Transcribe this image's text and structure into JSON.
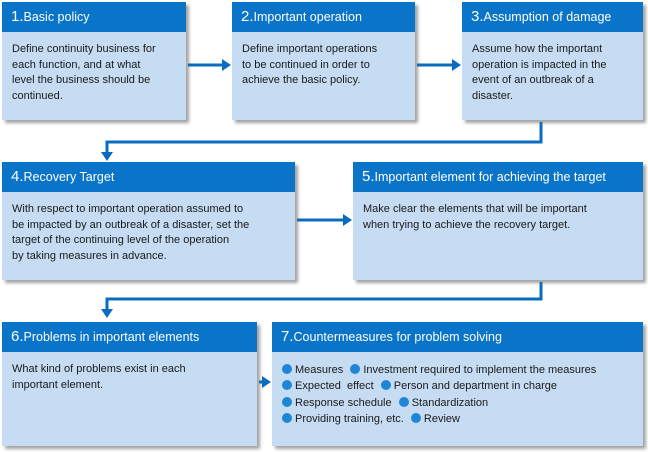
{
  "steps": [
    {
      "num": "1.",
      "title": "Basic policy",
      "lines": [
        "Define continuity business for",
        "each function, and at what",
        "level the business should be",
        "continued."
      ]
    },
    {
      "num": "2.",
      "title": "Important operation",
      "lines": [
        "Define important operations",
        "to be continued in order to",
        "achieve the basic policy."
      ]
    },
    {
      "num": "3.",
      "title": "Assumption of damage",
      "lines": [
        "Assume how the important",
        "operation is impacted in the",
        "event of an outbreak of a",
        "disaster."
      ]
    },
    {
      "num": "4.",
      "title": "Recovery Target",
      "lines": [
        "With respect to important operation assumed to",
        "be impacted by an outbreak of a disaster, set the",
        "target of the continuing level of the operation",
        "by taking measures in advance."
      ]
    },
    {
      "num": "5.",
      "title": "Important element for achieving the target",
      "lines": [
        "Make clear the elements that will be important",
        "when trying to achieve the recovery target."
      ]
    },
    {
      "num": "6.",
      "title": "Problems in important elements",
      "lines": [
        "What kind of problems exist in each",
        "important element."
      ]
    },
    {
      "num": "7.",
      "title": "Countermeasures for problem solving",
      "bullet_rows": [
        [
          "Measures",
          "Investment required to implement the measures"
        ],
        [
          "Expected  effect",
          "Person and department in charge"
        ],
        [
          "Response schedule",
          "Standardization"
        ],
        [
          "Providing training, etc.",
          "Review"
        ]
      ]
    }
  ],
  "colors": {
    "header": "#0a74c8",
    "box": "#c6dcf2",
    "arrow": "#0a6cc0",
    "bullet": "#1f86d6"
  }
}
